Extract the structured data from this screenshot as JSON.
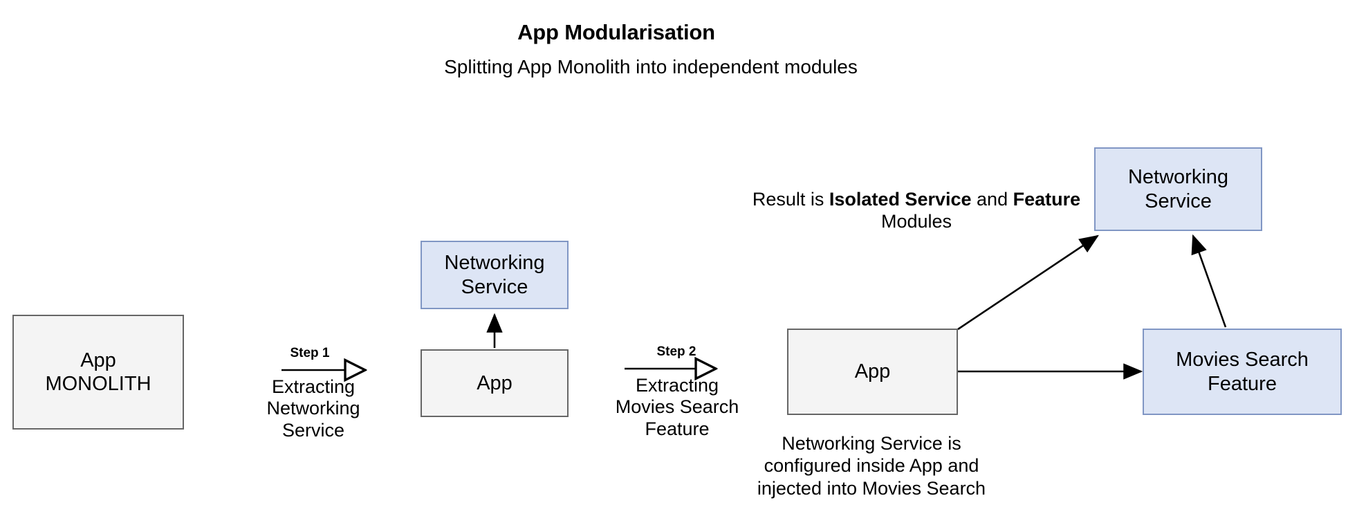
{
  "header": {
    "title": "App Modularisation",
    "subtitle": "Splitting App Monolith into independent modules"
  },
  "nodes": {
    "monolith": {
      "label": "App\nMONOLITH",
      "line1": "App",
      "line2": "MONOLITH",
      "fill": "#f4f4f4",
      "stroke": "#666666"
    },
    "networking_mid": {
      "line1": "Networking",
      "line2": "Service",
      "fill": "#dde5f5",
      "stroke": "#8096c4"
    },
    "app_mid": {
      "line1": "App",
      "line2": "",
      "fill": "#f4f4f4",
      "stroke": "#666666"
    },
    "app_right": {
      "line1": "App",
      "line2": "",
      "fill": "#f4f4f4",
      "stroke": "#666666"
    },
    "networking_right": {
      "line1": "Networking",
      "line2": "Service",
      "fill": "#dde5f5",
      "stroke": "#8096c4"
    },
    "movies_search": {
      "line1": "Movies Search",
      "line2": "Feature",
      "fill": "#dde5f5",
      "stroke": "#8096c4"
    }
  },
  "steps": [
    {
      "label": "Step 1",
      "desc_line1": "Extracting",
      "desc_line2": "Networking",
      "desc_line3": "Service"
    },
    {
      "label": "Step 2",
      "desc_line1": "Extracting",
      "desc_line2": "Movies Search",
      "desc_line3": "Feature"
    }
  ],
  "notes": {
    "result": {
      "part1": "Result is ",
      "bold1": "Isolated Service",
      "part2": " and ",
      "bold2": "Feature",
      "part3": " Modules"
    },
    "injection": {
      "line1": "Networking Service is",
      "line2": "configured inside App and",
      "line3": "injected into Movies Search"
    }
  },
  "colors": {
    "background": "#ffffff",
    "text": "#000000",
    "gray_fill": "#f4f4f4",
    "gray_stroke": "#666666",
    "blue_fill": "#dde5f5",
    "blue_stroke": "#8096c4",
    "connector": "#000000"
  }
}
